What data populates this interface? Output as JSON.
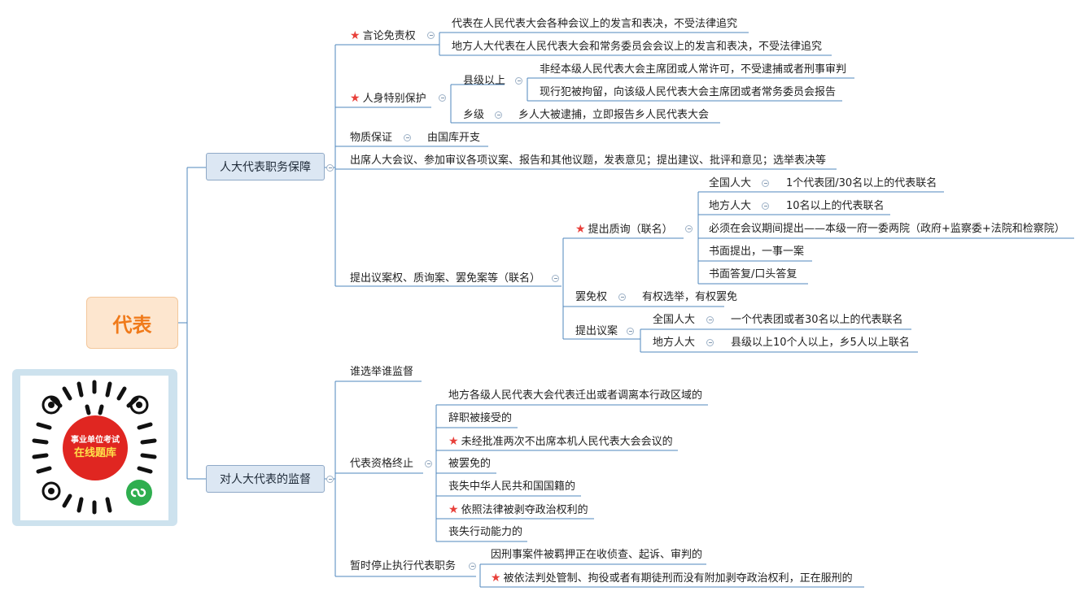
{
  "root": {
    "label": "代表"
  },
  "branches": [
    {
      "label": "人大代表职务保障"
    },
    {
      "label": "对人大代表的监督"
    }
  ],
  "protection": {
    "speech": {
      "label": "言论免责权",
      "star": true,
      "items": [
        "代表在人民代表大会各种会议上的发言和表决，不受法律追究",
        "地方人大代表在人民代表大会和常务委员会会议上的发言和表决，不受法律追究"
      ]
    },
    "person": {
      "label": "人身特别保护",
      "star": true,
      "county": {
        "label": "县级以上",
        "items": [
          "非经本级人民代表大会主席团或人常许可，不受逮捕或者刑事审判",
          "现行犯被拘留，向该级人民代表大会主席团或者常务委员会报告"
        ]
      },
      "town": {
        "label": "乡级",
        "items": [
          "乡人大被逮捕，立即报告乡人民代表大会"
        ]
      }
    },
    "material": {
      "label": "物质保证",
      "items": [
        "由国库开支"
      ]
    },
    "attend": {
      "label": "出席人大会议、参加审议各项议案、报告和其他议题，发表意见；提出建议、批评和意见；选举表决等"
    },
    "proposal": {
      "label": "提出议案权、质询案、罢免案等（联名）",
      "inquiry": {
        "label": "提出质询（联名）",
        "star": true,
        "national": {
          "label": "全国人大",
          "value": "1个代表团/30名以上的代表联名"
        },
        "local": {
          "label": "地方人大",
          "value": "10名以上的代表联名"
        },
        "items": [
          "必须在会议期间提出——本级一府一委两院（政府+监察委+法院和检察院）",
          "书面提出，一事一案",
          "书面答复/口头答复"
        ]
      },
      "recall": {
        "label": "罢免权",
        "value": "有权选举，有权罢免"
      },
      "bill": {
        "label": "提出议案",
        "national": {
          "label": "全国人大",
          "value": "一个代表团或者30名以上的代表联名"
        },
        "local": {
          "label": "地方人大",
          "value": "县级以上10个人以上，乡5人以上联名"
        }
      }
    }
  },
  "supervision": {
    "who": {
      "label": "谁选举谁监督"
    },
    "terminate": {
      "label": "代表资格终止",
      "items": [
        {
          "text": "地方各级人民代表大会代表迁出或者调离本行政区域的",
          "star": false
        },
        {
          "text": "辞职被接受的",
          "star": false
        },
        {
          "text": "未经批准两次不出席本机人民代表大会会议的",
          "star": true
        },
        {
          "text": "被罢免的",
          "star": false
        },
        {
          "text": "丧失中华人民共和国国籍的",
          "star": false
        },
        {
          "text": "依照法律被剥夺政治权利的",
          "star": true
        },
        {
          "text": "丧失行动能力的",
          "star": false
        }
      ]
    },
    "suspend": {
      "label": "暂时停止执行代表职务",
      "items": [
        {
          "text": "因刑事案件被羁押正在收侦查、起诉、审判的",
          "star": false
        },
        {
          "text": "被依法判处管制、拘役或者有期徒刑而没有附加剥夺政治权利，正在服刑的",
          "star": true
        }
      ]
    }
  },
  "qr": {
    "line1": "事业单位考试",
    "line2": "在线题库"
  },
  "colors": {
    "line": "#4f87bd",
    "root_fill": "#fde6cf",
    "root_text": "#f07a1a",
    "branch_fill": "#dce7f3",
    "star": "#e8403a"
  }
}
